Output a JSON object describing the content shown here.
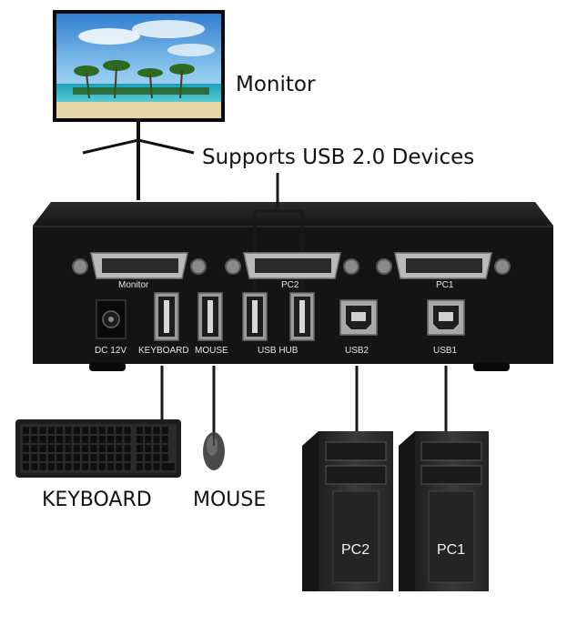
{
  "labels": {
    "monitor": "Monitor",
    "supports": "Supports USB 2.0 Devices",
    "keyboard": "KEYBOARD",
    "mouse": "MOUSE"
  },
  "ports": {
    "dvi_monitor": "Monitor",
    "dvi_pc2": "PC2",
    "dvi_pc1": "PC1",
    "dc": "DC 12V",
    "keyboard": "KEYBOARD",
    "mouse": "MOUSE",
    "usb_hub": "USB HUB",
    "usb2": "USB2",
    "usb1": "USB1"
  },
  "computers": {
    "pc2": "PC2",
    "pc1": "PC1"
  },
  "colors": {
    "device_body": "#141414",
    "cable": "#1a1a1a",
    "tower": "#2e2e2e"
  }
}
